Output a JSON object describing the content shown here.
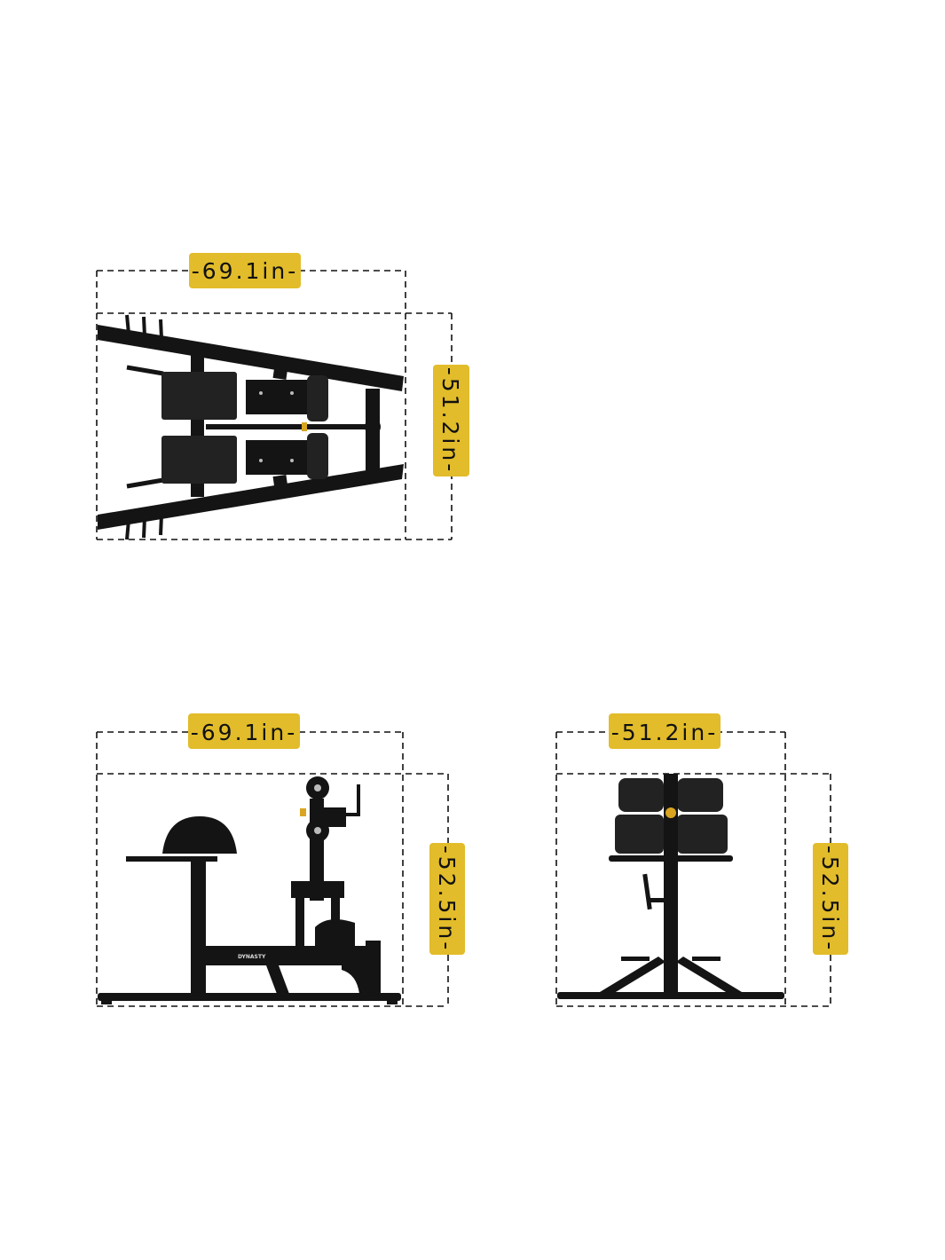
{
  "colors": {
    "label_bg": "#e2bc2a",
    "machine": "#141414",
    "dash": "#111111",
    "accent_knob": "#d9a520"
  },
  "views": {
    "top": {
      "width_label": "-69.1in-",
      "depth_label": "-51.2in-"
    },
    "side": {
      "width_label": "-69.1in-",
      "height_label": "-52.5in-",
      "brand": "DYNASTY"
    },
    "front": {
      "width_label": "-51.2in-",
      "height_label": "-52.5in-"
    }
  }
}
